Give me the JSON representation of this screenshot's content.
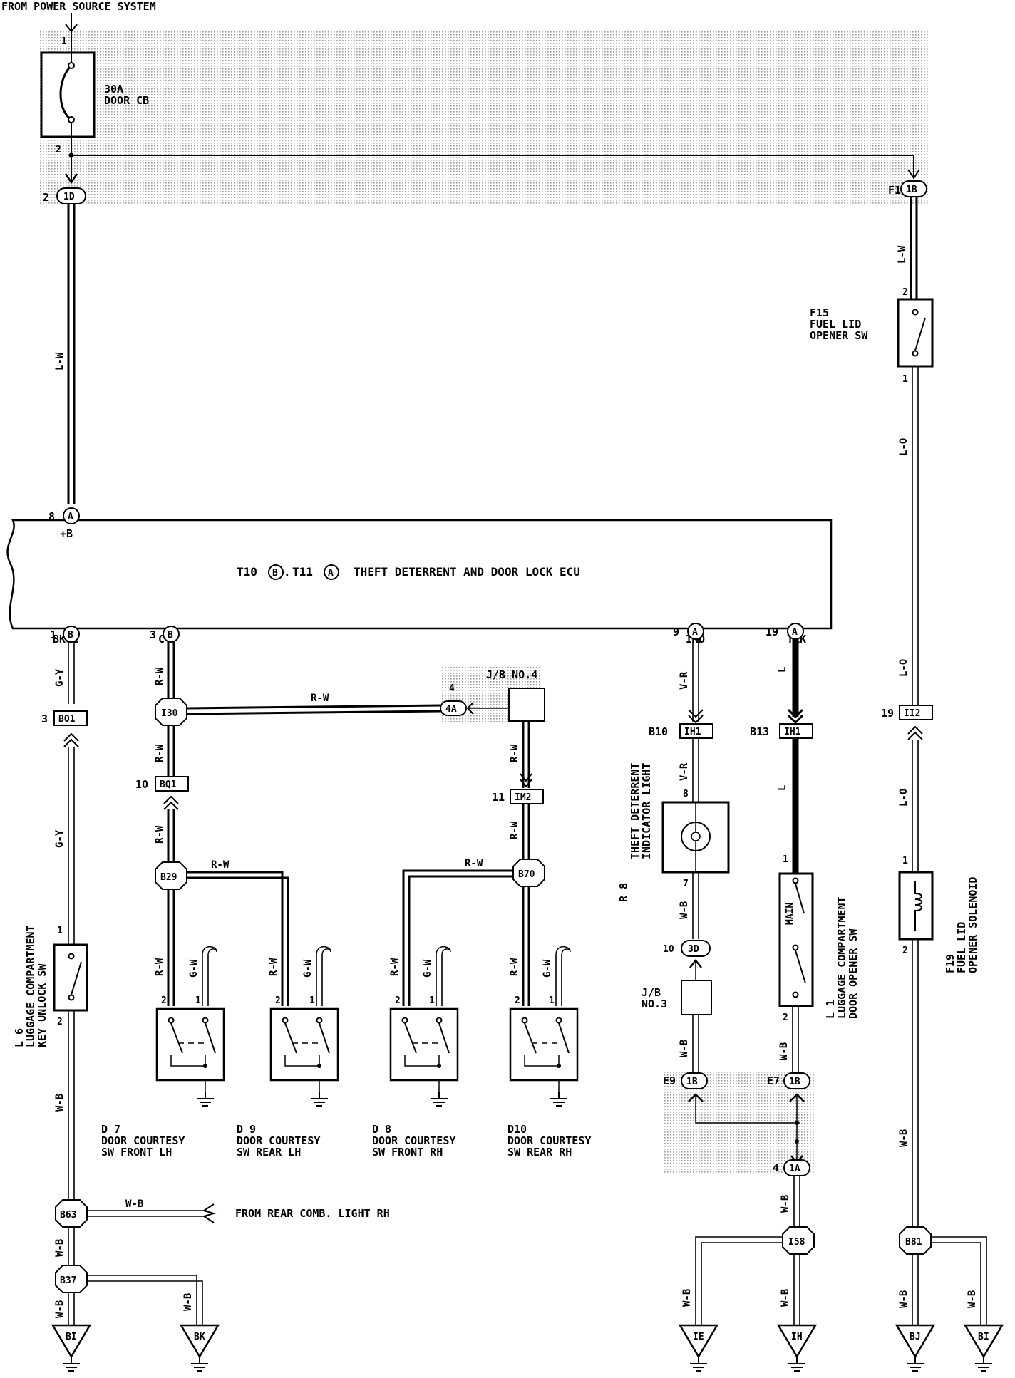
{
  "header": {
    "power_source": "FROM POWER SOURCE SYSTEM"
  },
  "breaker": {
    "rating": "30A",
    "name": "DOOR CB",
    "pin_in": "1",
    "pin_out": "2"
  },
  "ecu": {
    "title": "THEFT DETERRENT AND DOOR LOCK ECU",
    "prefix_b": "T10",
    "conn_b": "B",
    "sep": ".",
    "prefix_a": "T11",
    "conn_a": "A",
    "plus_b_label": "+B",
    "plus_b_pin": "8",
    "terminals": [
      {
        "label": "BKUL",
        "pin": "1",
        "conn": "B"
      },
      {
        "label": "CTY",
        "pin": "3",
        "conn": "B"
      },
      {
        "label": "IND",
        "pin": "9",
        "conn": "A"
      },
      {
        "label": "TRK",
        "pin": "19",
        "conn": "A"
      }
    ]
  },
  "connectors": {
    "c1d": {
      "pin": "2",
      "id": "1D"
    },
    "c1b_top": {
      "pin": "F1",
      "id": "1B"
    },
    "bq1_a": {
      "pin": "3",
      "id": "BQ1"
    },
    "bq1_b": {
      "pin": "10",
      "id": "BQ1"
    },
    "im2": {
      "pin": "11",
      "id": "IM2"
    },
    "jb4": {
      "pin": "4",
      "id": "4A",
      "name": "J/B NO.4"
    },
    "ih1_a": {
      "pin": "B10",
      "id": "IH1"
    },
    "ih1_b": {
      "pin": "B13",
      "id": "IH1"
    },
    "ii2": {
      "pin": "19",
      "id": "II2"
    },
    "c3d": {
      "pin": "10",
      "id": "3D"
    },
    "jb3": {
      "name_1": "J/B",
      "name_2": "NO.3"
    },
    "e9": {
      "pin": "E9",
      "id": "1B"
    },
    "e7": {
      "pin": "E7",
      "id": "1B"
    },
    "c1a": {
      "pin": "4",
      "id": "1A"
    }
  },
  "junctions": {
    "i30": "I30",
    "b29": "B29",
    "b70": "B70",
    "b63": "B63",
    "b37": "B37",
    "i58": "I58",
    "b81": "B81"
  },
  "grounds": [
    "BI",
    "BK",
    "IE",
    "IH",
    "BJ",
    "BI"
  ],
  "wires": {
    "lw": "L-W",
    "gy": "G-Y",
    "rw": "R-W",
    "gw": "G-W",
    "wb": "W-B",
    "vr": "V-R",
    "l": "L",
    "lo": "L-O"
  },
  "components": {
    "f15": {
      "code": "F15",
      "line1": "FUEL LID",
      "line2": "OPENER SW",
      "pin_top": "2",
      "pin_bot": "1"
    },
    "f19": {
      "code": "F19",
      "line1": "FUEL LID",
      "line2": "OPENER SOLENOID",
      "pin_top": "1",
      "pin_bot": "2"
    },
    "l6": {
      "code": "L 6",
      "line1": "LUGGAGE COMPARTMENT",
      "line2": "KEY UNLOCK SW",
      "pin_top": "1",
      "pin_bot": "2"
    },
    "l1": {
      "code": "L 1",
      "line1": "LUGGAGE COMPARTMENT",
      "line2": "DOOR OPENER SW",
      "pin_top": "1",
      "pin_bot": "2",
      "inner": "MAIN"
    },
    "r8": {
      "code": "R 8",
      "line1": "THEFT DETERRENT",
      "line2": "INDICATOR LIGHT",
      "pin_top": "8",
      "pin_bot": "7"
    },
    "d7": {
      "code": "D 7",
      "line1": "DOOR COURTESY",
      "line2": "SW FRONT LH"
    },
    "d9": {
      "code": "D 9",
      "line1": "DOOR COURTESY",
      "line2": "SW REAR LH"
    },
    "d8": {
      "code": "D 8",
      "line1": "DOOR COURTESY",
      "line2": "SW FRONT RH"
    },
    "d10": {
      "code": "D10",
      "line1": "DOOR COURTESY",
      "line2": "SW REAR RH"
    },
    "sw_pins": [
      "2",
      "1"
    ]
  },
  "notes": {
    "rear_comb": "FROM REAR COMB. LIGHT RH"
  }
}
